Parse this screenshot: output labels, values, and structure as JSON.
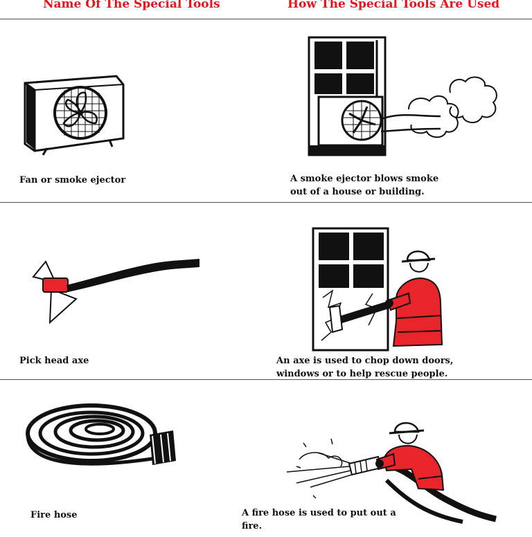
{
  "header": {
    "left_title": "Name Of The Special Tools",
    "right_title": "How The Special Tools Are Used"
  },
  "rows": [
    {
      "tool_name": "Fan or smoke ejector",
      "usage": "A smoke ejector blows smoke\nout of a house or building.",
      "tool_icon": "fan-icon",
      "usage_icon": "window-smoke-ejector-icon"
    },
    {
      "tool_name": "Pick head axe",
      "usage": "An axe is used to chop down doors,\nwindows or to help rescue people.",
      "tool_icon": "axe-icon",
      "usage_icon": "firefighter-axe-window-icon"
    },
    {
      "tool_name": "Fire hose",
      "usage": "A fire hose is used to put out a\nfire.",
      "tool_icon": "hose-coil-icon",
      "usage_icon": "firefighter-hose-spray-icon"
    }
  ],
  "colors": {
    "title_red": "#e8141b",
    "gear_red": "#e8252a",
    "ink": "#111111"
  }
}
